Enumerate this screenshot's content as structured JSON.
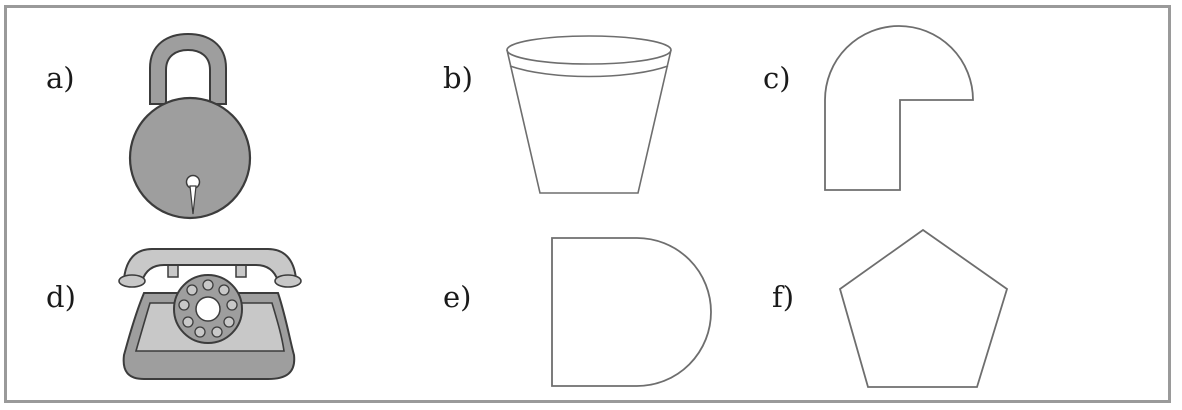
{
  "items": [
    {
      "label": "a)",
      "figure": "padlock"
    },
    {
      "label": "b)",
      "figure": "bucket"
    },
    {
      "label": "c)",
      "figure": "quarter-circle-corner-shape"
    },
    {
      "label": "d)",
      "figure": "rotary-telephone"
    },
    {
      "label": "e)",
      "figure": "semicircle-rectangle-shape"
    },
    {
      "label": "f)",
      "figure": "pentagon"
    }
  ],
  "colors": {
    "frame": "#9a9a9a",
    "illustration_fill": "#9e9e9e",
    "illustration_light": "#c8c8c8",
    "illustration_stroke": "#3c3c3c",
    "outline": "#6e6e6e"
  }
}
